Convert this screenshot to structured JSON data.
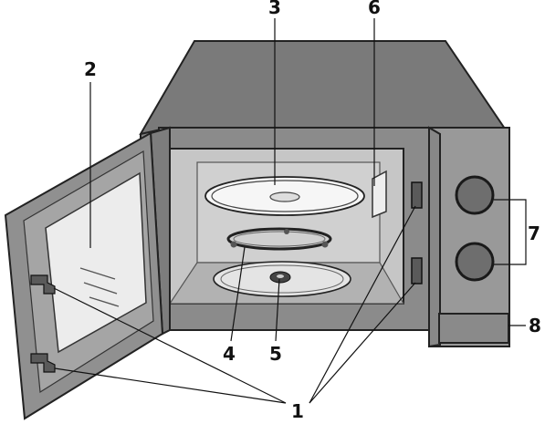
{
  "callouts": {
    "door_catches": "1",
    "door_window": "2",
    "glass_turntable": "3",
    "roller_ring": "4",
    "turntable_shaft": "5",
    "waveguide_cover": "6",
    "control_knobs": "7",
    "door_release": "8"
  },
  "colors": {
    "body": "#8b8b8b",
    "top": "#7a7a7a",
    "cavity": "#c6c6c6",
    "cavity_floor": "#b2b2b2",
    "glass": "#ececec",
    "panel": "#999999",
    "door_frame": "#909090",
    "outline": "#222222"
  }
}
